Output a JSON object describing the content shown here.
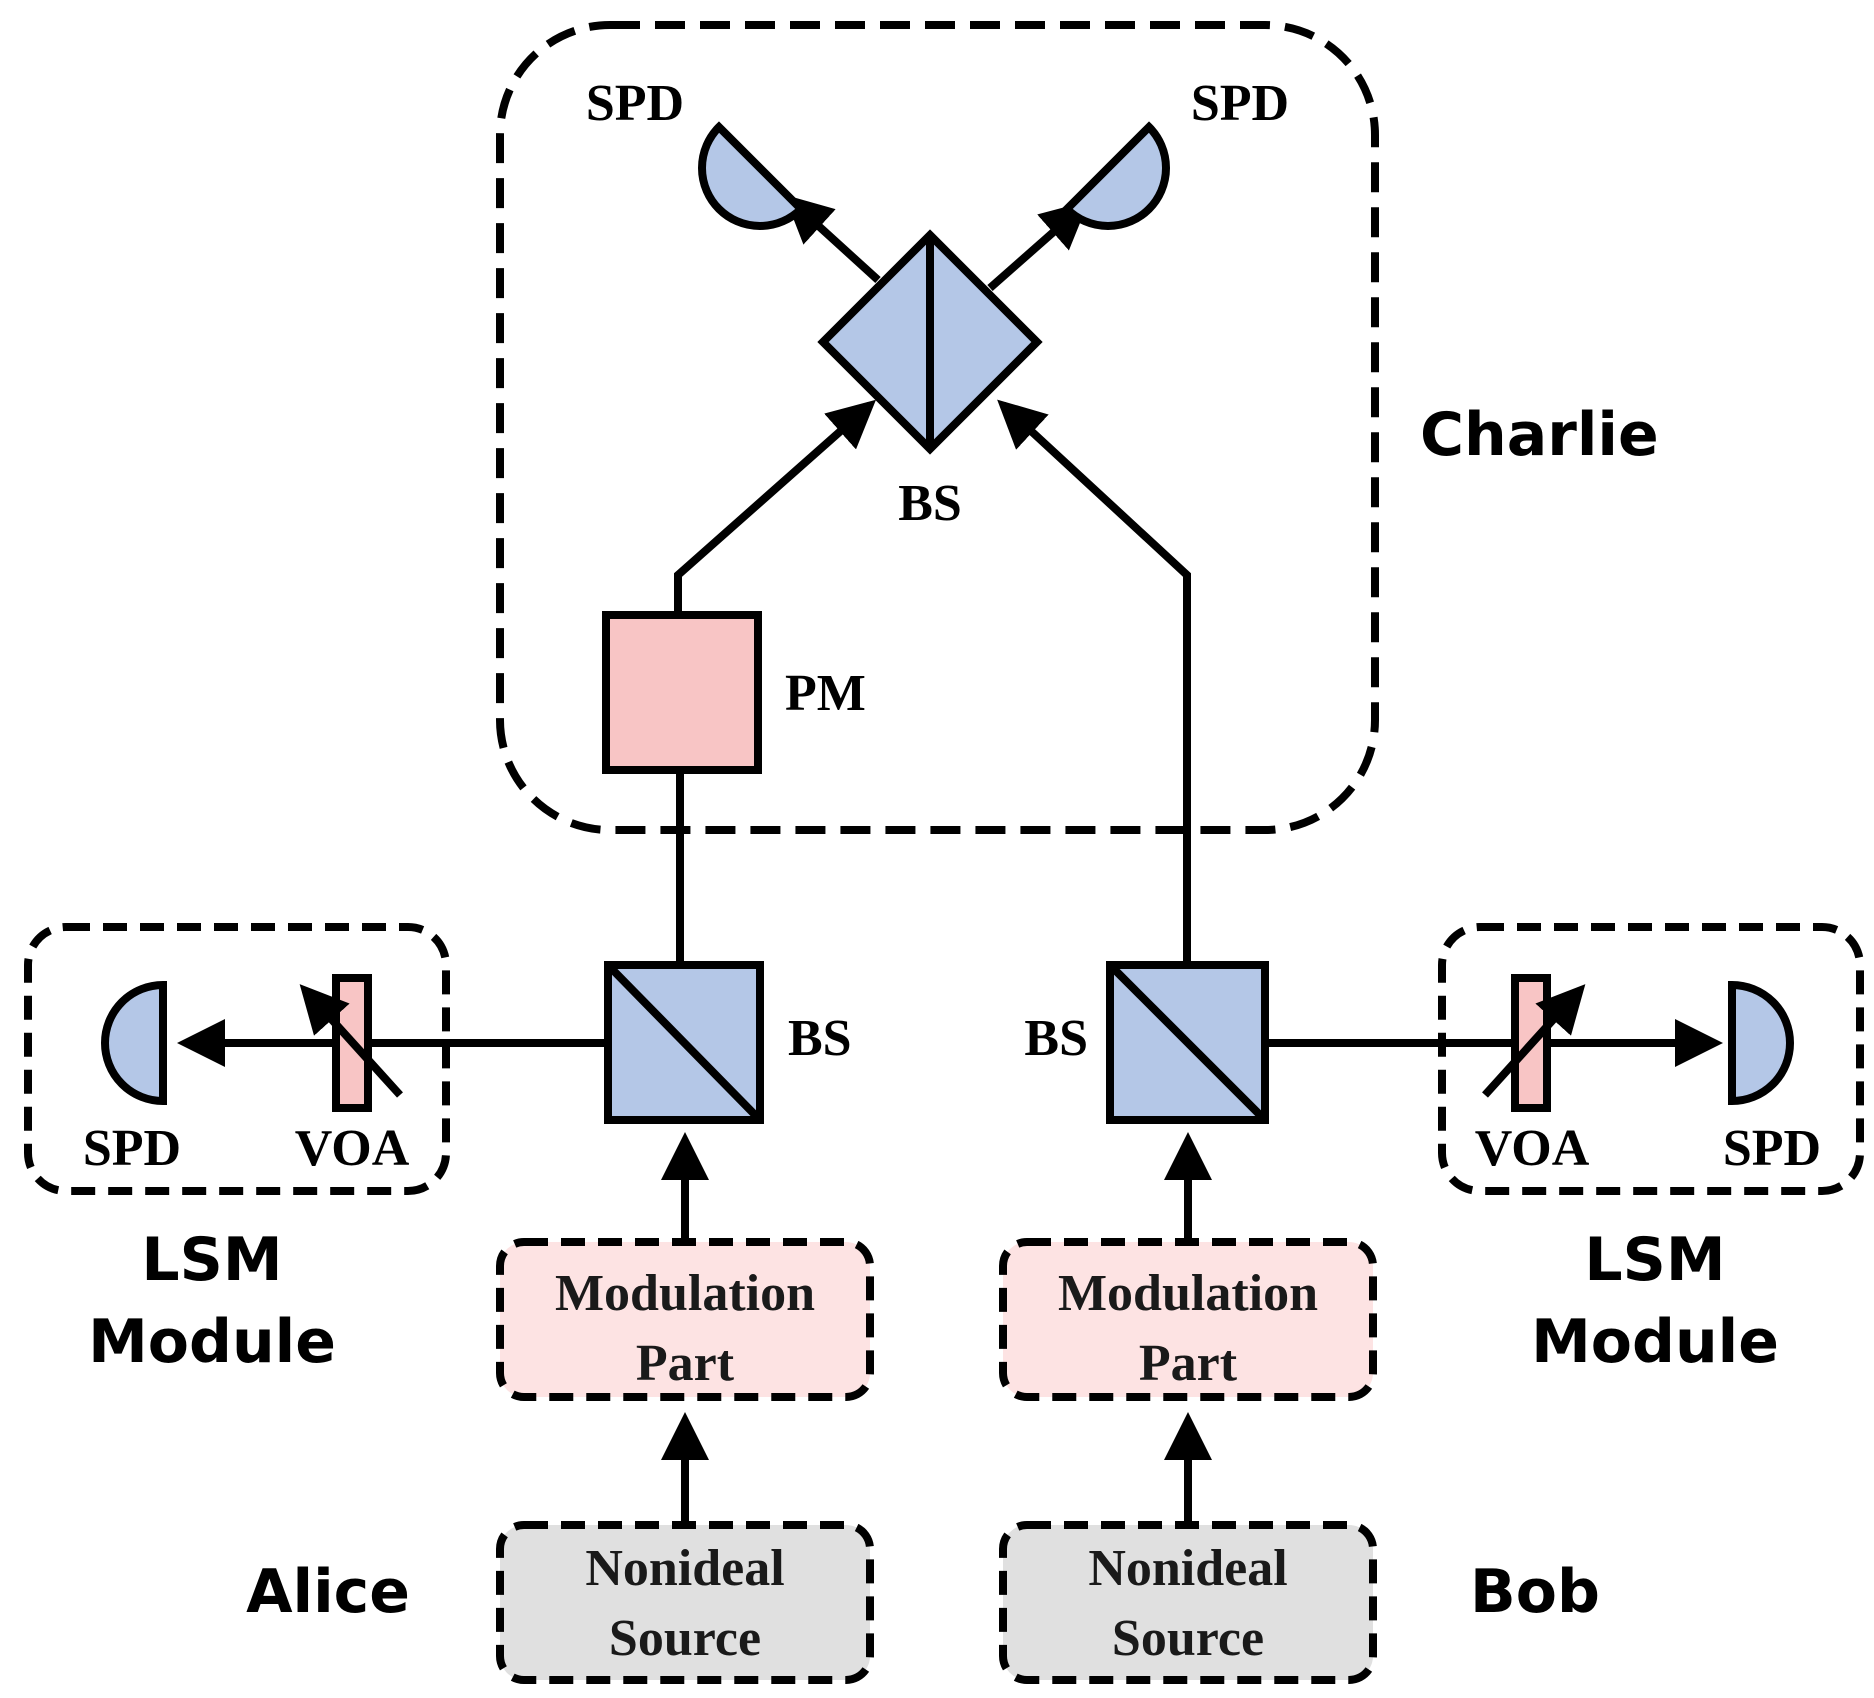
{
  "labels": {
    "charlie": "Charlie",
    "alice": "Alice",
    "bob": "Bob",
    "spd": "SPD",
    "bs": "BS",
    "pm": "PM",
    "voa": "VOA",
    "lsm_line1": "LSM",
    "lsm_line2": "Module",
    "modulation_line1": "Modulation",
    "modulation_line2": "Part",
    "source_line1": "Nonideal",
    "source_line2": "Source"
  },
  "colors": {
    "component_blue": "#b4c7e7",
    "component_pink": "#f8c5c5",
    "modulation_fill": "#fde3e3",
    "source_fill": "#e0e0e0",
    "stroke": "#000000"
  }
}
